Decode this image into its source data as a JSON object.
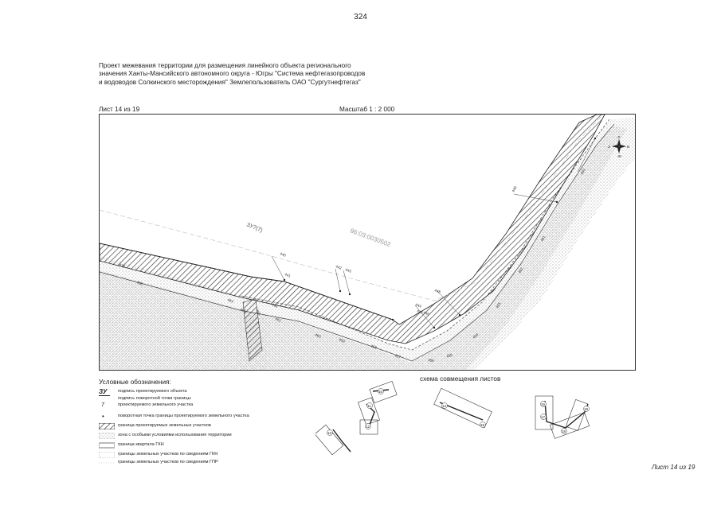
{
  "page_number": "324",
  "title_lines": [
    "Проект межевания территории для размещения линейного объекта регионального",
    "значения Ханты-Мансийского автономного округа - Югры \"Система нефтегазопроводов",
    "и водоводов Солкинского месторождения\" Землепользователь ОАО \"Сургутнефтегаз\""
  ],
  "sheet_label": "Лист 14 из 19",
  "scale_label": "Масштаб 1 : 2 000",
  "map": {
    "cadastral_quarter": "86:03:0030502",
    "parcel_label": "ЗУ7(7)",
    "point_labels": [
      "439",
      "440",
      "441",
      "442",
      "443",
      "444",
      "445",
      "446",
      "448",
      "449",
      "450",
      "451",
      "452",
      "453",
      "454",
      "455",
      "456",
      "457",
      "458",
      "459",
      "460",
      "461",
      "462",
      "463",
      "464",
      "465",
      "466"
    ],
    "compass_letters": [
      "С",
      "В",
      "Ю",
      "З"
    ]
  },
  "legend": {
    "title": "Условные обозначения:",
    "items": [
      {
        "symbol": "ЗУ",
        "text": "подпись проектируемого объекта"
      },
      {
        "symbol": "",
        "text": "подпись поворотной точки границы"
      },
      {
        "symbol": "7",
        "text": "проектируемого земельного участка"
      },
      {
        "symbol": "•",
        "text": "поворотная точка границы проектируемого земельного участка"
      },
      {
        "symbol": "",
        "text": "граница проектируемых земельных участков"
      },
      {
        "symbol": "",
        "text": "зона с особыми условиями использования территории"
      },
      {
        "symbol": "",
        "text": "граница квартала ГКН"
      },
      {
        "symbol": "",
        "text": "границы земельных участков по сведениям ГКН"
      },
      {
        "symbol": "",
        "text": "границы земельных участков по сведениям ГПР"
      }
    ]
  },
  "scheme_title": "схема совмещения листов",
  "scheme_sheet_numbers": [
    "10",
    "11",
    "12",
    "13",
    "14",
    "15",
    "16",
    "17",
    "18",
    "19"
  ],
  "footer_sheet": "Лист 14 из 19"
}
